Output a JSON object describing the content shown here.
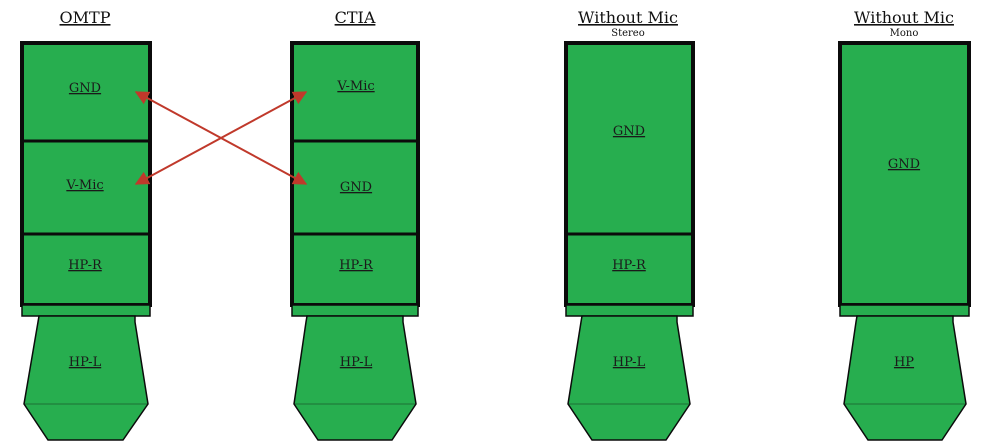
{
  "connectors": [
    {
      "title": "OMTP",
      "subtitle": "",
      "segments": [
        "GND",
        "V-Mic",
        "HP-R"
      ],
      "tip": "HP-L"
    },
    {
      "title": "CTIA",
      "subtitle": "",
      "segments": [
        "V-Mic",
        "GND",
        "HP-R"
      ],
      "tip": "HP-L"
    },
    {
      "title": "Without Mic",
      "subtitle": "Stereo",
      "segments": [
        "GND",
        "HP-R"
      ],
      "tip": "HP-L"
    },
    {
      "title": "Without Mic",
      "subtitle": "Mono",
      "segments": [
        "GND"
      ],
      "tip": "HP"
    }
  ],
  "colors": {
    "body": "#27ae4f",
    "outline": "#0b0b0b",
    "arrow": "#c0392b"
  }
}
